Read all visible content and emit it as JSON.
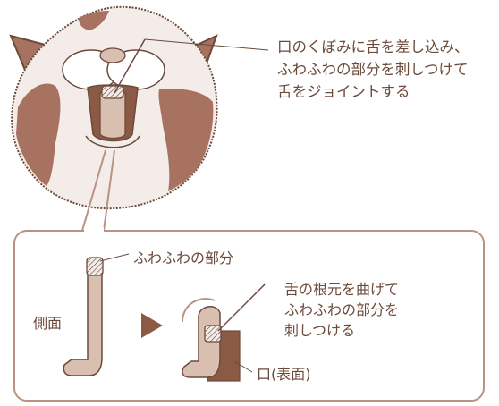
{
  "labels": {
    "top_instruction": [
      "口のくぼみに舌を差し込み、",
      "ふわふわの部分を刺しつけて",
      "舌をジョイントする"
    ],
    "fluffy_part": "ふわふわの部分",
    "side_view": "側面",
    "bend_instruction": [
      "舌の根元を曲げて",
      "ふわふわの部分を",
      "刺しつける"
    ],
    "mouth_surface": "口(表面)"
  },
  "colors": {
    "line": "#6b4a3a",
    "fur_light": "#f4ece8",
    "fur_patch": "#a7725f",
    "tongue": "#d9bfb0",
    "mouth_dark": "#8a5a45",
    "box_border": "#b89384"
  }
}
